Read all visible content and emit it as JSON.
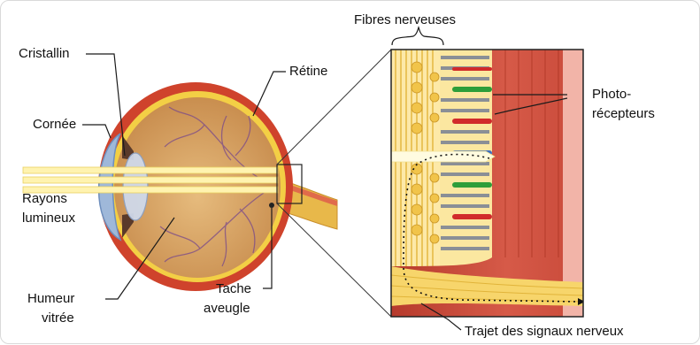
{
  "labels": {
    "fibres": "Fibres nerveuses",
    "cristallin": "Cristallin",
    "cornee": "Cornée",
    "rayons_1": "Rayons",
    "rayons_2": "lumineux",
    "humeur_1": "Humeur",
    "humeur_2": "vitrée",
    "retine": "Rétine",
    "tache_1": "Tache",
    "tache_2": "aveugle",
    "photo_1": "Photo-",
    "photo_2": "récepteurs",
    "trajet": "Trajet des signaux nerveux"
  },
  "colors": {
    "sclera": "#d0422b",
    "vitreous": "#d9a86a",
    "retina_yellow": "#f5d24a",
    "cornea": "#9fb8d9",
    "light_ray": "#fff6c8",
    "muscle": "#c94a3a",
    "muscle_light": "#f2b4a8",
    "fibre_yellow": "#f7d56b",
    "receptor_green": "#2e9e3a",
    "receptor_red": "#d12b2b",
    "receptor_blue": "#3d6fc2",
    "receptor_grey": "#8a8f96"
  }
}
